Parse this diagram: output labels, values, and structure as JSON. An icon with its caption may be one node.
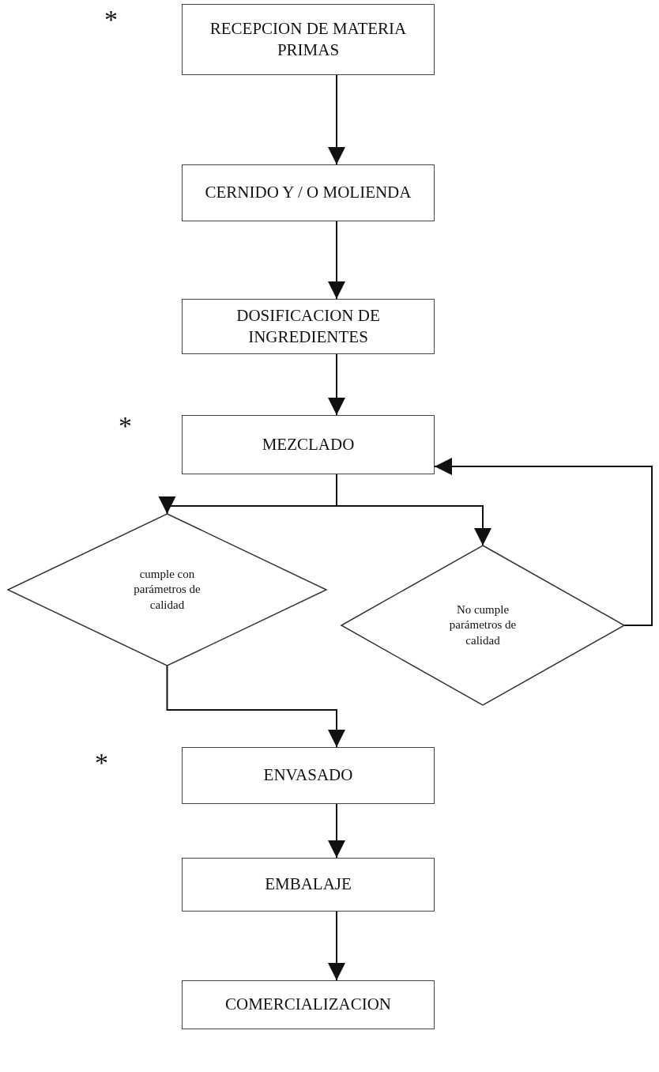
{
  "diagram": {
    "nodes": [
      {
        "text": [
          "RECEPCION DE MATERIA PRIMAS"
        ]
      },
      {
        "text": [
          "CERNIDO Y / O MOLIENDA"
        ]
      },
      {
        "text": [
          "DOSIFICACION DE INGREDIENTES"
        ]
      },
      {
        "text": [
          "MEZCLADO"
        ]
      },
      {
        "text": [
          "cumple con parámetros de calidad"
        ]
      },
      {
        "text": [
          "No cumple parámetros de calidad"
        ]
      },
      {
        "text": [
          "ENVASADO"
        ]
      },
      {
        "text": [
          "EMBALAJE"
        ]
      },
      {
        "text": [
          "COMERCIALIZACION"
        ]
      }
    ],
    "edges": [
      {
        "from": 0,
        "to": 1,
        "arrow": "to"
      },
      {
        "from": 1,
        "to": 2,
        "arrow": "to"
      },
      {
        "from": 2,
        "to": 3,
        "arrow": "to"
      },
      {
        "from": 3,
        "to": 4,
        "arrow": "to"
      },
      {
        "from": 3,
        "to": 5,
        "arrow": "to"
      },
      {
        "from": 5,
        "to": 3,
        "arrow": "to"
      },
      {
        "from": 4,
        "to": 6,
        "arrow": "to"
      },
      {
        "from": 6,
        "to": 7,
        "arrow": "to"
      },
      {
        "from": 7,
        "to": 8,
        "arrow": "to"
      }
    ],
    "labels": [
      "*",
      "*",
      "*"
    ]
  }
}
